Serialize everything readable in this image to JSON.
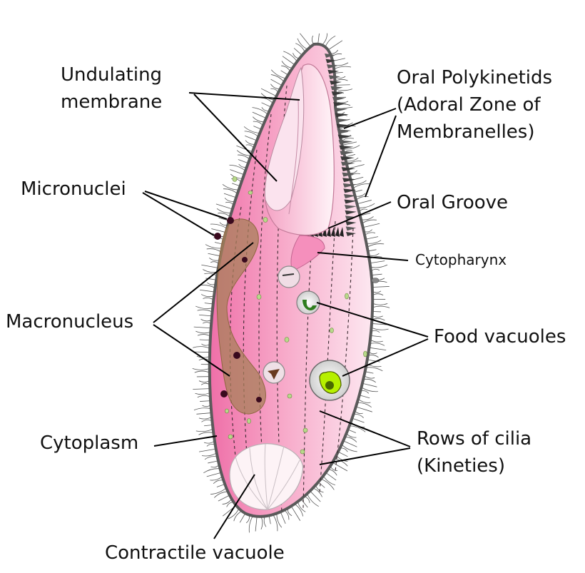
{
  "labels": {
    "undulating_membrane_l1": "Undulating",
    "undulating_membrane_l2": "membrane",
    "oral_polykinetids_l1": "Oral Polykinetids",
    "oral_polykinetids_l2": "(Adoral Zone of",
    "oral_polykinetids_l3": "Membranelles)",
    "micronuclei": "Micronuclei",
    "oral_groove": "Oral Groove",
    "cytopharynx": "Cytopharynx",
    "macronucleus": "Macronucleus",
    "food_vacuoles": "Food vacuoles",
    "cytoplasm": "Cytoplasm",
    "rows_of_cilia_l1": "Rows of cilia",
    "rows_of_cilia_l2": "(Kineties)",
    "contractile_vacuole": "Contractile vacuole"
  },
  "colors": {
    "body_fill": "#f7a6c8",
    "body_edge": "#5a5a5a",
    "macronucleus": "#a8805a",
    "micronucleus": "#3a0a1e",
    "vacuole_ring": "#bdbdbd",
    "food_green": "#b6f000",
    "food_dark_green": "#2e7d1e",
    "contractile": "#fdf3f6"
  }
}
